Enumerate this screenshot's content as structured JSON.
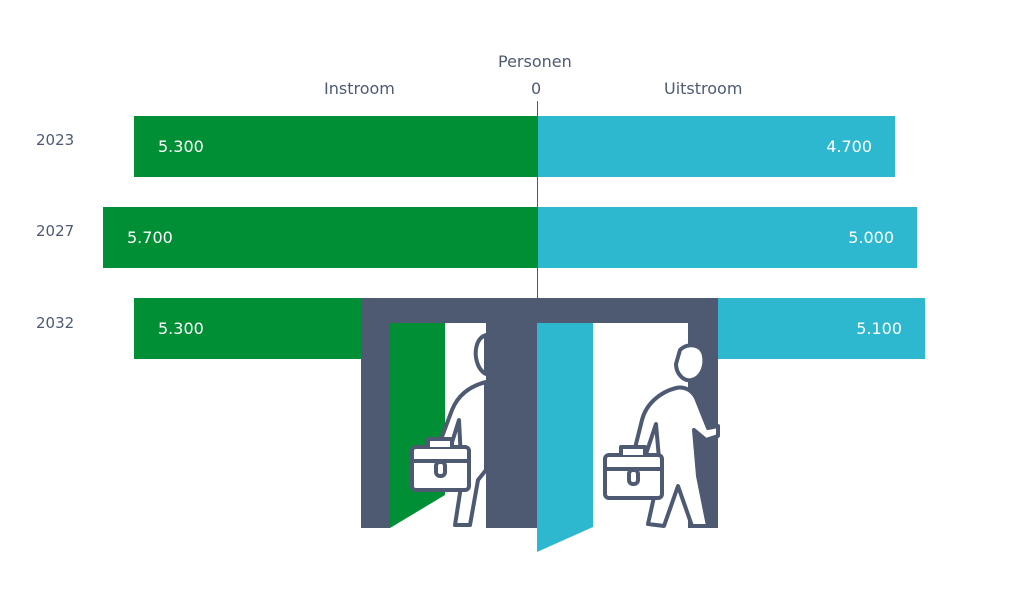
{
  "chart_data": {
    "type": "bar",
    "orientation": "horizontal-diverging",
    "title": "Personen",
    "zero_label": "0",
    "left_label": "Instroom",
    "right_label": "Uitstroom",
    "categories": [
      "2023",
      "2027",
      "2032"
    ],
    "series": [
      {
        "name": "Instroom",
        "color": "#008f35",
        "values": [
          5300,
          5700,
          5300
        ],
        "labels": [
          "5.300",
          "5.700",
          "5.300"
        ]
      },
      {
        "name": "Uitstroom",
        "color": "#2db8cf",
        "values": [
          4700,
          5000,
          5100
        ],
        "labels": [
          "4.700",
          "5.000",
          "5.100"
        ]
      }
    ],
    "grid": false,
    "legend": "axis labels above bars"
  },
  "colors": {
    "instroom": "#008f35",
    "uitstroom": "#2db8cf",
    "text": "#4d5a72",
    "frame": "#4d5a72"
  }
}
